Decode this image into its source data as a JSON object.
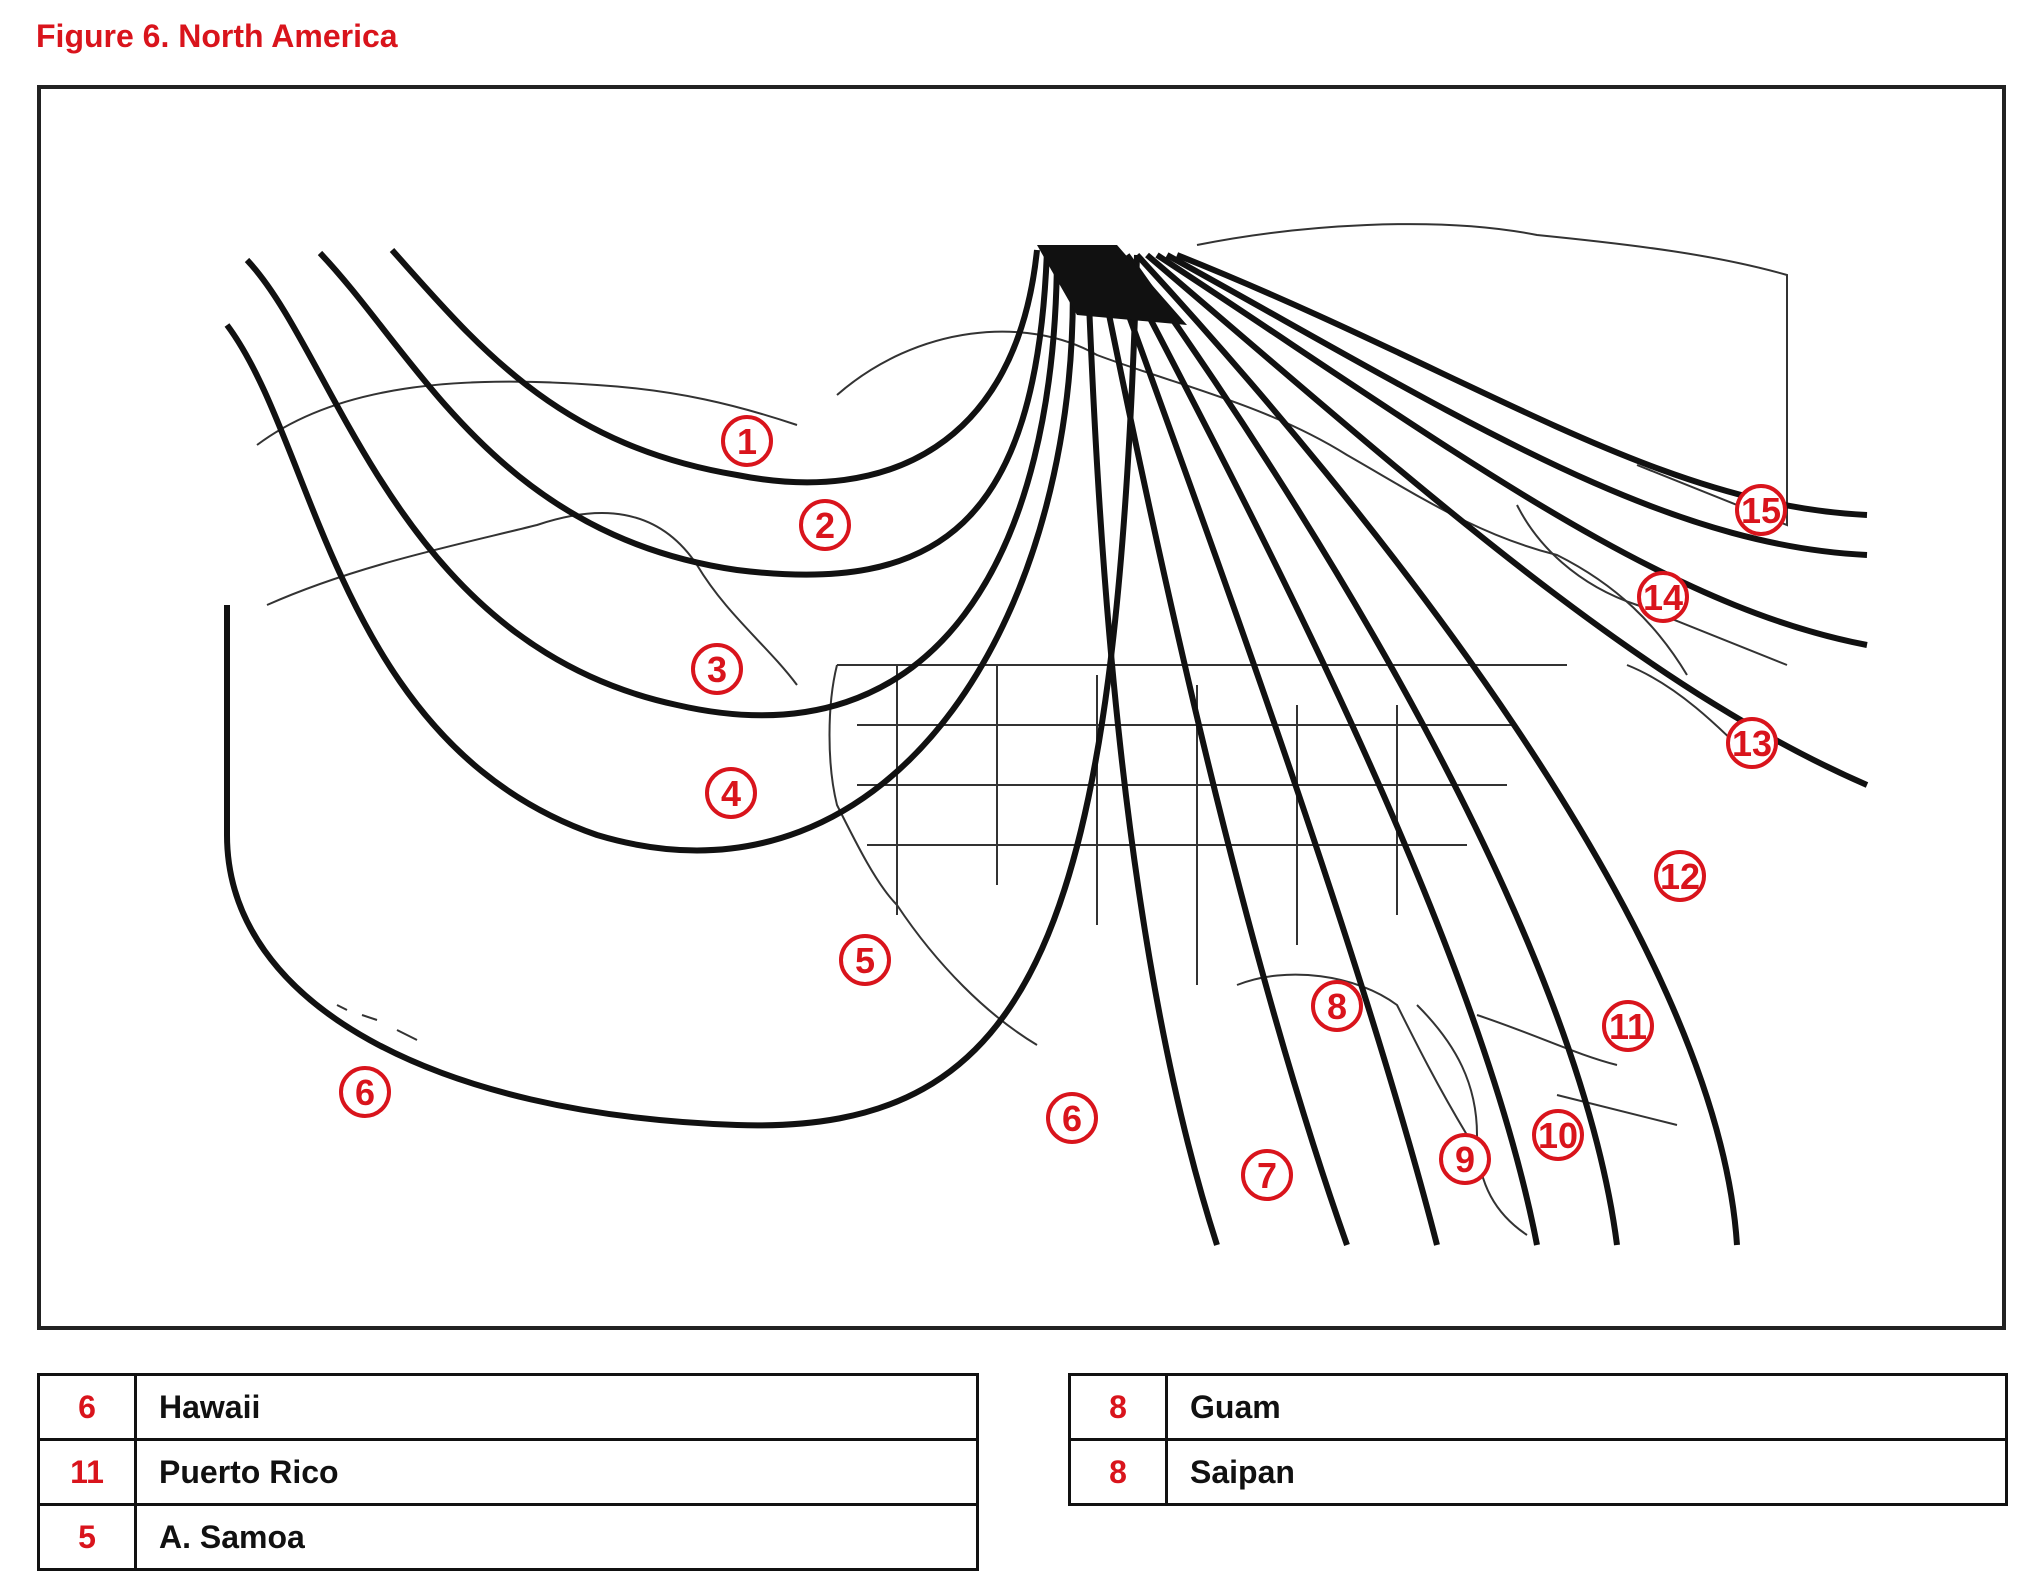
{
  "title": "Figure 6.  North America",
  "colors": {
    "accent": "#d9141c",
    "lines": "#111111"
  },
  "zone_labels": [
    {
      "id": "1",
      "text": "1"
    },
    {
      "id": "2",
      "text": "2"
    },
    {
      "id": "3",
      "text": "3"
    },
    {
      "id": "4",
      "text": "4"
    },
    {
      "id": "5",
      "text": "5"
    },
    {
      "id": "6a",
      "text": "6"
    },
    {
      "id": "6b",
      "text": "6"
    },
    {
      "id": "7",
      "text": "7"
    },
    {
      "id": "8",
      "text": "8"
    },
    {
      "id": "9",
      "text": "9"
    },
    {
      "id": "10",
      "text": "10"
    },
    {
      "id": "11",
      "text": "11"
    },
    {
      "id": "12",
      "text": "12"
    },
    {
      "id": "13",
      "text": "13"
    },
    {
      "id": "14",
      "text": "14"
    },
    {
      "id": "15",
      "text": "15"
    }
  ],
  "legend_left": [
    {
      "num": "6",
      "name": "Hawaii"
    },
    {
      "num": "11",
      "name": "Puerto Rico"
    },
    {
      "num": "5",
      "name": "A. Samoa"
    }
  ],
  "legend_right": [
    {
      "num": "8",
      "name": "Guam"
    },
    {
      "num": "8",
      "name": "Saipan"
    }
  ]
}
